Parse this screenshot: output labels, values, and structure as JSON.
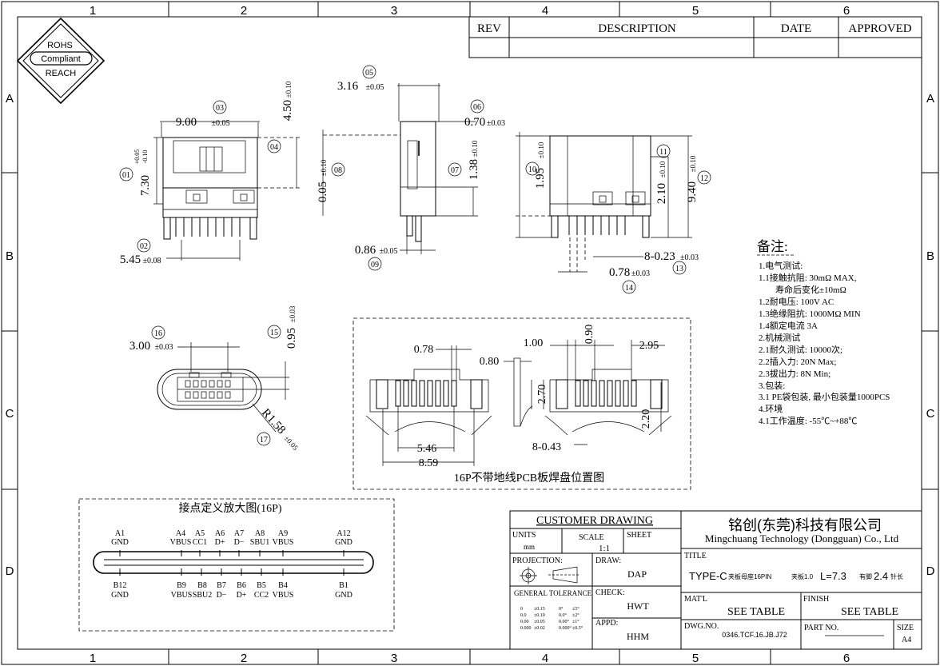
{
  "frame": {
    "columns": [
      "1",
      "2",
      "3",
      "4",
      "5",
      "6"
    ],
    "rows": [
      "A",
      "B",
      "C",
      "D"
    ]
  },
  "revision_block": {
    "rev_label": "REV",
    "description_label": "DESCRIPTION",
    "date_label": "DATE",
    "approved_label": "APPROVED"
  },
  "rohs_badge": {
    "line1": "ROHS",
    "line2": "Compliant",
    "line3": "REACH"
  },
  "dimensions": {
    "d01": "7.30",
    "d01_tol_top": "+0.05",
    "d01_tol_bot": "-0.10",
    "d01_id": "01",
    "d02": "5.45",
    "d02_tol": "±0.08",
    "d02_id": "02",
    "d03": "9.00",
    "d03_tol": "±0.05",
    "d03_id": "03",
    "d04": "4.50",
    "d04_tol": "±0.10",
    "d04_id": "04",
    "d05": "3.16",
    "d05_tol": "±0.05",
    "d05_id": "05",
    "d06": "0.70",
    "d06_tol": "±0.03",
    "d06_id": "06",
    "d07": "1.38",
    "d07_tol": "±0.10",
    "d07_id": "07",
    "d08": "0.05",
    "d08_tol": "±0.10",
    "d08_id": "08",
    "d09": "0.86",
    "d09_tol": "±0.05",
    "d09_id": "09",
    "d10": "1.95",
    "d10_tol": "±0.10",
    "d10_id": "10",
    "d11": "2.10",
    "d11_tol": "±0.10",
    "d11_id": "11",
    "d12": "9.40",
    "d12_tol": "±0.10",
    "d12_id": "12",
    "d13": "8-0.23",
    "d13_tol": "±0.03",
    "d13_id": "13",
    "d14": "0.78",
    "d14_tol": "±0.03",
    "d14_id": "14",
    "d15": "0.95",
    "d15_tol": "±0.03",
    "d15_id": "15",
    "d16": "3.00",
    "d16_tol": "±0.03",
    "d16_id": "16",
    "d17": "R1.58",
    "d17_tol": "±0.05",
    "d17_id": "17"
  },
  "pcb_layout": {
    "title": "16P不带地线PCB板焊盘位置图",
    "dim_078": "0.78",
    "dim_080": "0.80",
    "dim_100": "1.00",
    "dim_090": "0.90",
    "dim_295": "2.95",
    "dim_270": "2.70",
    "dim_220": "2.20",
    "dim_546": "5.46",
    "dim_859": "8.59",
    "dim_843": "8-0.43"
  },
  "pinout": {
    "title": "接点定义放大图(16P)",
    "top_pins": [
      {
        "num": "A1",
        "sig": "GND"
      },
      {
        "num": "A4",
        "sig": "VBUS"
      },
      {
        "num": "A5",
        "sig": "CC1"
      },
      {
        "num": "A6",
        "sig": "D+"
      },
      {
        "num": "A7",
        "sig": "D−"
      },
      {
        "num": "A8",
        "sig": "SBU1"
      },
      {
        "num": "A9",
        "sig": "VBUS"
      },
      {
        "num": "A12",
        "sig": "GND"
      }
    ],
    "bottom_pins": [
      {
        "num": "B12",
        "sig": "GND"
      },
      {
        "num": "B9",
        "sig": "VBUS"
      },
      {
        "num": "B8",
        "sig": "SBU2"
      },
      {
        "num": "B7",
        "sig": "D−"
      },
      {
        "num": "B6",
        "sig": "D+"
      },
      {
        "num": "B5",
        "sig": "CC2"
      },
      {
        "num": "B4",
        "sig": "VBUS"
      },
      {
        "num": "B1",
        "sig": "GND"
      }
    ]
  },
  "notes": {
    "title": "备注:",
    "lines": [
      "1.电气测试:",
      "1.1接触抗阻: 30mΩ MAX,",
      "寿命后变化±10mΩ",
      "1.2耐电压: 100V AC",
      "1.3绝缘阻抗: 1000MΩ MIN",
      "1.4额定电流 3A",
      "2.机械测试",
      "2.1耐久测试: 10000次;",
      "2.2插入力: 20N Max;",
      "2.3拔出力: 8N Min;",
      "3.包装:",
      "3.1 PE袋包装, 最小包装量1000PCS",
      "4.环境",
      "4.1工作温度: -55℃~+88℃"
    ]
  },
  "title_block": {
    "customer_drawing": "CUSTOMER DRAWING",
    "company_cn": "铭创(东莞)科技有限公司",
    "company_en": "Mingchuang Technology (Dongguan) Co., Ltd",
    "units_label": "UNITS",
    "units_value": "mm",
    "scale_label": "SCALE",
    "scale_value": "1:1",
    "sheet_label": "SHEET",
    "title_label": "TITLE",
    "title_value_a": "TYPE-C",
    "title_value_b": "夹板母座16PIN",
    "title_value_c": "夹板1.0",
    "title_value_d": "L=7.3",
    "title_value_e": "有脚",
    "title_value_f": "2.4",
    "title_value_g": "针长",
    "projection_label": "PROJECTION:",
    "draw_label": "DRAW:",
    "draw_value": "DAP",
    "check_label": "CHECK:",
    "check_value": "HWT",
    "appd_label": "APPD:",
    "appd_value": "HHM",
    "general_tolerance": "GENERAL TOLERANCE",
    "tol_rows": [
      {
        "a": "0",
        "b": "±0.15",
        "c": "0°",
        "d": "±5°"
      },
      {
        "a": "0.0",
        "b": "±0.10",
        "c": "0.0°",
        "d": "±2°"
      },
      {
        "a": "0.00",
        "b": "±0.05",
        "c": "0.00°",
        "d": "±1°"
      },
      {
        "a": "0.000",
        "b": "±0.02",
        "c": "0.000°",
        "d": "±0.5°"
      }
    ],
    "matl_label": "MAT'L",
    "matl_value": "SEE TABLE",
    "finish_label": "FINISH",
    "finish_value": "SEE TABLE",
    "dwg_label": "DWG.NO.",
    "dwg_value": "0346.TCF.16.JB.J72",
    "part_label": "PART NO.",
    "size_label": "SIZE",
    "size_value": "A4"
  }
}
